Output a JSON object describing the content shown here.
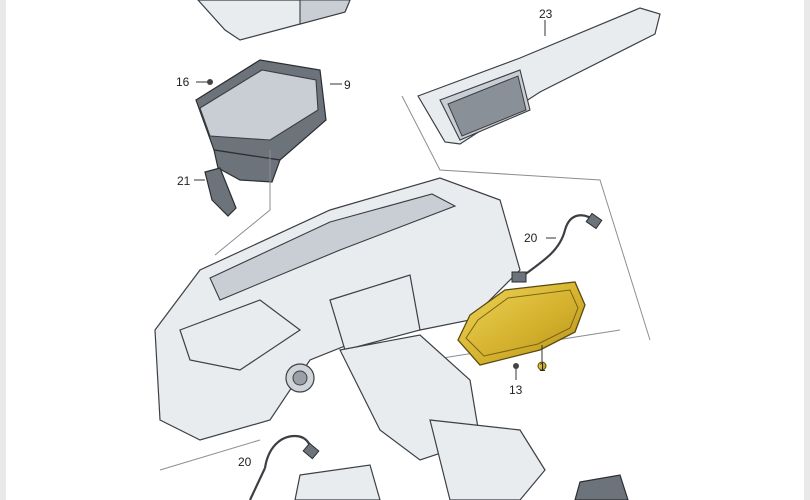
{
  "callouts": {
    "c23": "23",
    "c16": "16",
    "c9": "9",
    "c21": "21",
    "c20a": "20",
    "c1": "1",
    "c13": "13",
    "c20b": "20"
  },
  "colors": {
    "highlight": "#d7b833",
    "part_fill": "#e8ecef",
    "outline": "#3c3f44",
    "dark_part": "#6d737a"
  }
}
